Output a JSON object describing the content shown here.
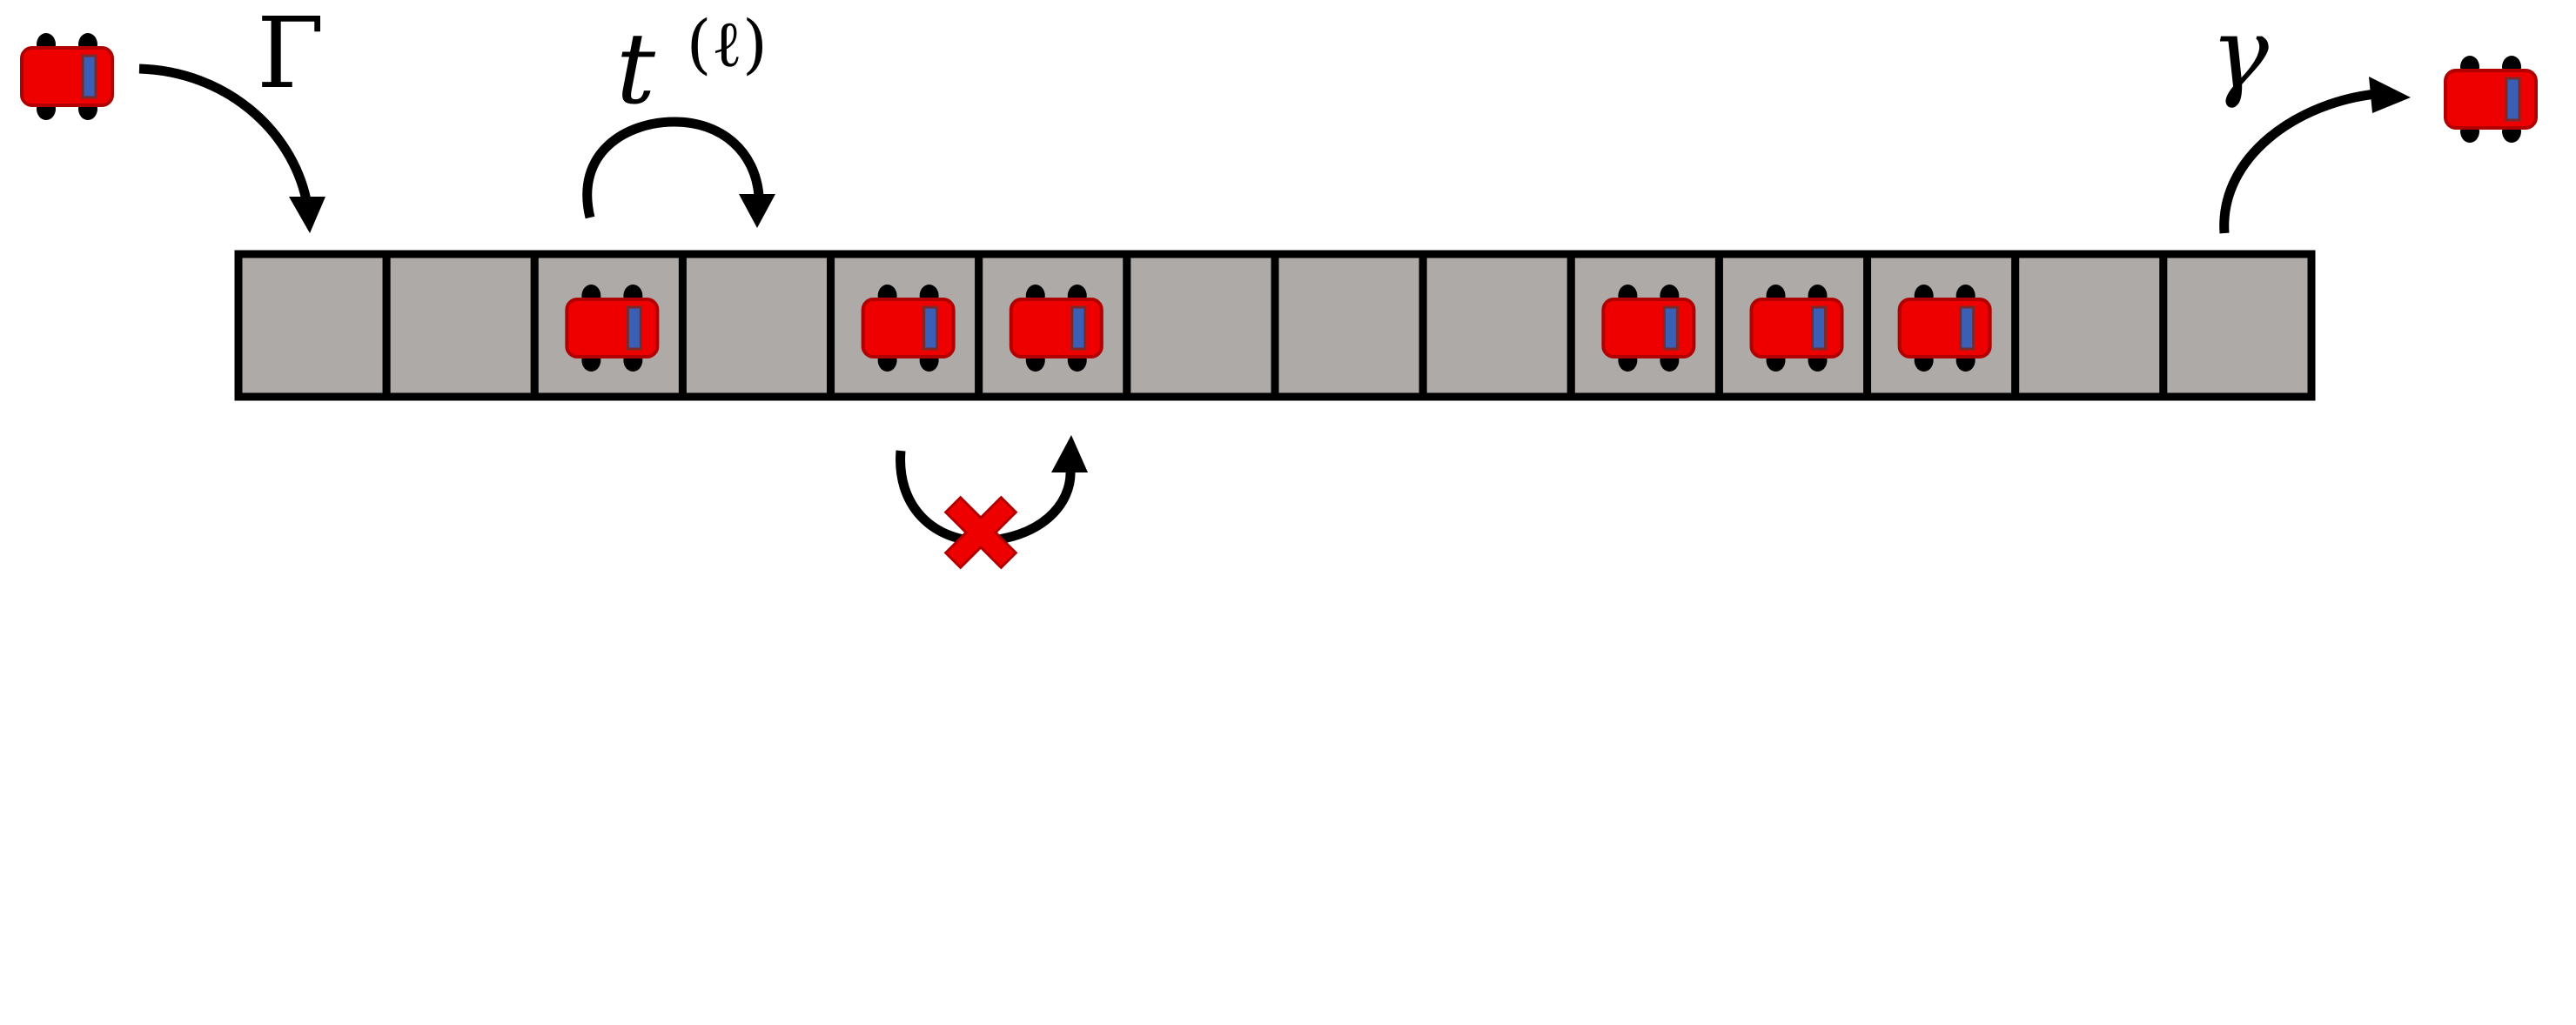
{
  "lattice": {
    "site_count": 14,
    "occupied_sites": [
      2,
      4,
      5,
      9,
      10,
      11
    ]
  },
  "labels": {
    "injection_rate": "Γ",
    "hop_rate_base": "t",
    "hop_rate_superscript": "(ℓ)",
    "extraction_rate": "γ"
  },
  "icons": {
    "vehicle": "car-icon",
    "blocked": "cross-icon"
  },
  "colors": {
    "car_body": "#ee0000",
    "car_windshield": "#3a5fb4",
    "cell_fill": "#aeaaa8",
    "outline": "#000000",
    "blocked_mark": "#ee0000"
  }
}
